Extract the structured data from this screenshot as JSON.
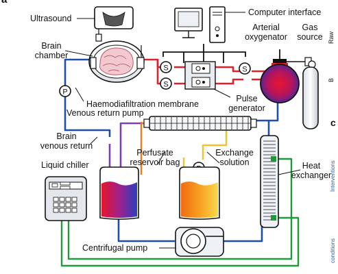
{
  "panel_letter": "a",
  "labels": {
    "ultrasound": "Ultrasound",
    "computer_interface": "Computer interface",
    "arterial_oxygenator": [
      "Arterial",
      "oxygenator"
    ],
    "gas_source": [
      "Gas",
      "source"
    ],
    "brain_chamber": [
      "Brain",
      "chamber"
    ],
    "haemodiafiltration_membrane": "Haemodiafiltration membrane",
    "pulse_generator": [
      "Pulse",
      "generator"
    ],
    "venous_return_pump": "Venous return pump",
    "brain_venous_return": [
      "Brain",
      "venous return"
    ],
    "liquid_chiller": "Liquid chiller",
    "perfusate_reservoir_bag": [
      "Perfusate",
      "reservoir bag"
    ],
    "exchange_solution": [
      "Exchange",
      "solution"
    ],
    "heat_exchanger": [
      "Heat",
      "exchanger"
    ],
    "centrifugal_pump": "Centrifugal pump"
  },
  "symbols": {
    "pump": "P",
    "sensor": "S"
  },
  "right_edge_fragments": [
    "Raw",
    "B",
    "c",
    "Interventions",
    "conditions"
  ],
  "colors": {
    "venous_line": "#1f4ea8",
    "arterial_line": "#e0202a",
    "perfusate_line": "#7a3fb0",
    "exchange_line": "#f2c12e",
    "waste_line": "#f07a1a",
    "coolant_line": "#1e9a3a",
    "right_edge_link": "#2a5db0"
  },
  "icons": [
    "ultrasound-probe-icon",
    "computer-icon",
    "brain-icon",
    "oxygenator-icon",
    "gas-cylinder-icon",
    "chiller-icon",
    "pump-icon",
    "centrifugal-pump-icon",
    "heat-exchanger-icon",
    "reservoir-bag-icon"
  ]
}
